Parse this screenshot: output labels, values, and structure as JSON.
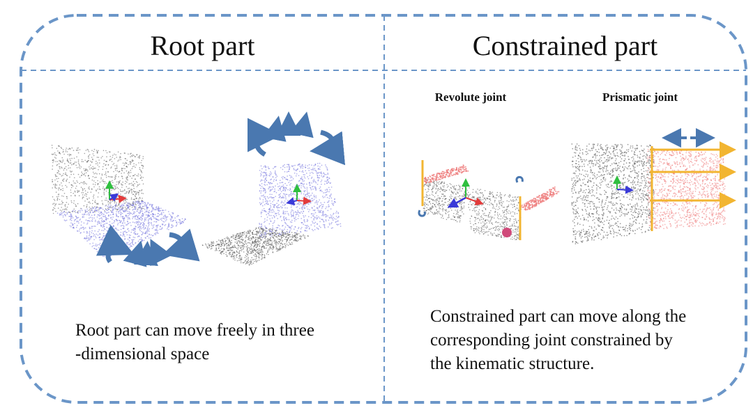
{
  "left": {
    "title": "Root part",
    "caption_line1": "Root part can move freely in three",
    "caption_line2": "-dimensional space"
  },
  "right": {
    "title": "Constrained part",
    "revolute_label": "Revolute joint",
    "prismatic_label": "Prismatic joint",
    "caption_line1": "Constrained part can move along the",
    "caption_line2": "corresponding joint constrained by",
    "caption_line3": "the kinematic structure."
  },
  "colors": {
    "border": "#6b96c8",
    "root_points": "#7b7bdf",
    "static_points": "#555555",
    "moving_points": "#ee7b7b",
    "joint_axis": "#f2b531",
    "rotation_arrow": "#4a78b0",
    "axis_x": "#e33b3b",
    "axis_y": "#2fbf3f",
    "axis_z": "#3a3ad8",
    "pivot": "#d04a7a"
  },
  "icons": [
    "rotation-arrow-icon",
    "translation-arrow-icon",
    "coordinate-axes-icon"
  ]
}
